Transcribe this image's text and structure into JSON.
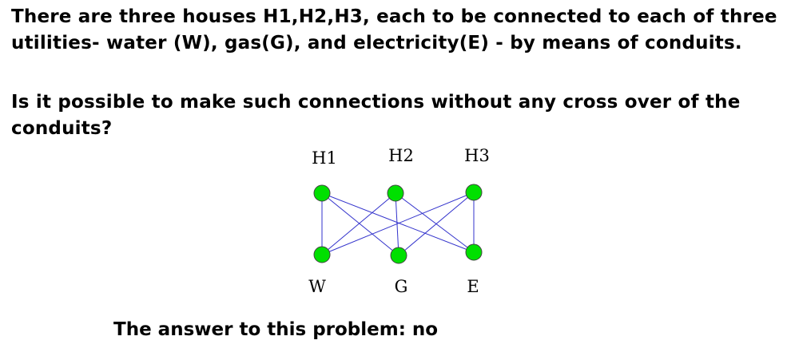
{
  "problem": {
    "paragraph1": "There are three houses H1,H2,H3, each to be connected to each of three utilities- water (W), gas(G), and electricity(E) - by means of conduits.",
    "paragraph2": "Is it possible to make such connections without any cross over of the conduits?"
  },
  "graph": {
    "houses": [
      "H1",
      "H2",
      "H3"
    ],
    "utilities": [
      "W",
      "G",
      "E"
    ],
    "node_color": "#00e000",
    "edge_color": "#3333cc"
  },
  "answer": "The answer to this problem: no"
}
